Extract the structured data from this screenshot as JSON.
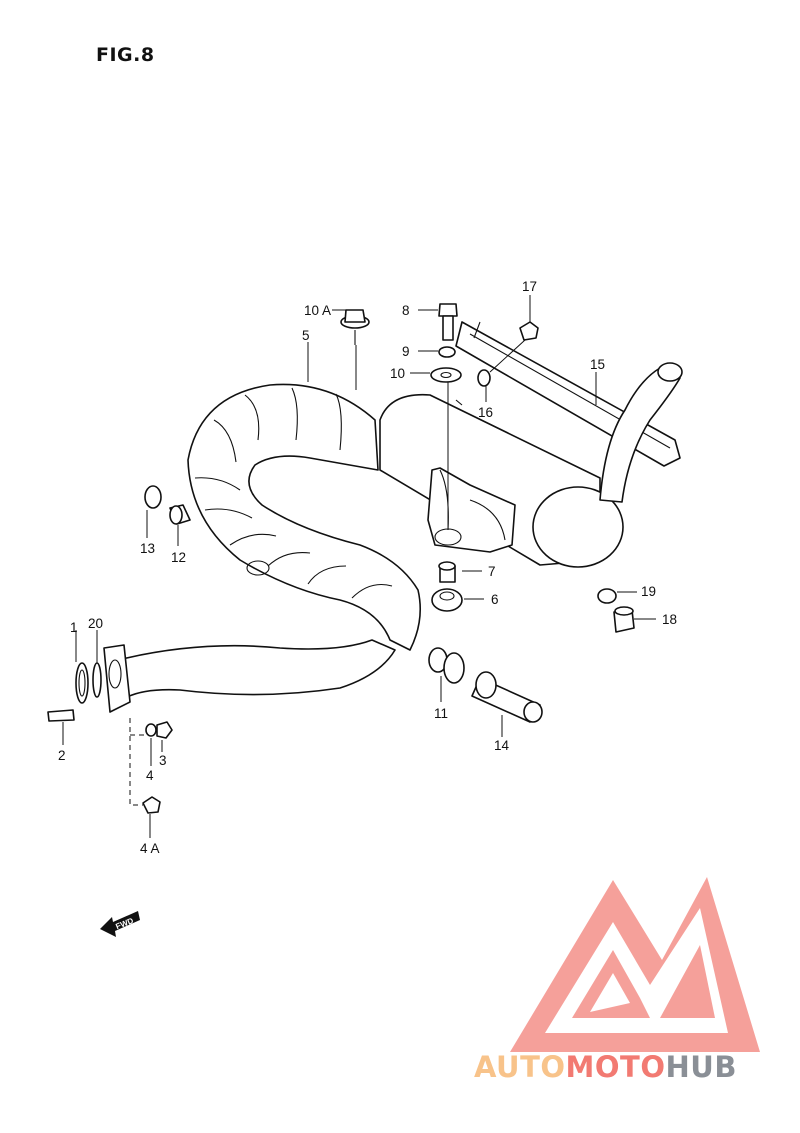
{
  "figure": {
    "title": "FIG.8"
  },
  "fwd_arrow": {
    "label": "FWD"
  },
  "parts": [
    {
      "id": "p1",
      "label": "1"
    },
    {
      "id": "p20",
      "label": "20"
    },
    {
      "id": "p2",
      "label": "2"
    },
    {
      "id": "p3",
      "label": "3"
    },
    {
      "id": "p4",
      "label": "4"
    },
    {
      "id": "p4a",
      "label": "4 A"
    },
    {
      "id": "p5",
      "label": "5"
    },
    {
      "id": "p6",
      "label": "6"
    },
    {
      "id": "p7",
      "label": "7"
    },
    {
      "id": "p8",
      "label": "8"
    },
    {
      "id": "p9",
      "label": "9"
    },
    {
      "id": "p10",
      "label": "10"
    },
    {
      "id": "p10a",
      "label": "10 A"
    },
    {
      "id": "p11",
      "label": "11"
    },
    {
      "id": "p12",
      "label": "12"
    },
    {
      "id": "p13",
      "label": "13"
    },
    {
      "id": "p14",
      "label": "14"
    },
    {
      "id": "p15",
      "label": "15"
    },
    {
      "id": "p16",
      "label": "16"
    },
    {
      "id": "p17",
      "label": "17"
    },
    {
      "id": "p18",
      "label": "18"
    },
    {
      "id": "p19",
      "label": "19"
    }
  ],
  "watermark": {
    "word_1": "AUTO",
    "word_2": "MOTO",
    "word_3": "HUB",
    "colors": {
      "auto": "#f8c38a",
      "moto": "#f27a72",
      "hub": "#8a8f96",
      "logo": "#f28a82"
    },
    "icon": "triangle-m-logo"
  }
}
